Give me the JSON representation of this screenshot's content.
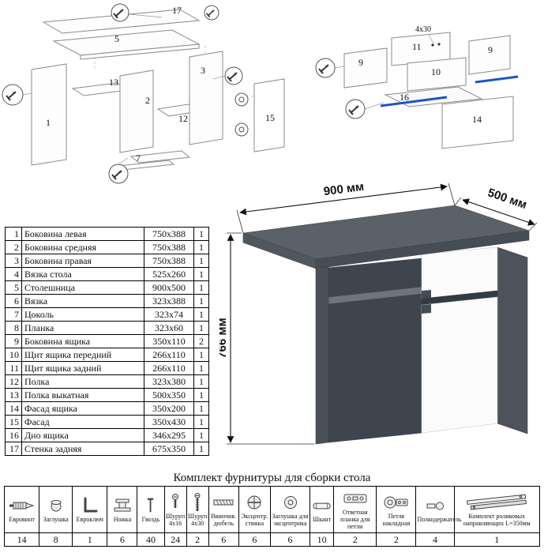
{
  "diagrams": {
    "left_labels": [
      "17",
      "5",
      "3",
      "13",
      "2",
      "12",
      "1",
      "15",
      "7"
    ],
    "right_labels": [
      "11",
      "9",
      "9",
      "10",
      "16",
      "14",
      "4x30"
    ]
  },
  "render": {
    "width": "900 мм",
    "depth": "500 мм",
    "height": "766 мм"
  },
  "parts": {
    "items": [
      {
        "num": "1",
        "name": "Боковина левая",
        "size": "750x388",
        "qty": "1"
      },
      {
        "num": "2",
        "name": "Боковина средняя",
        "size": "750x388",
        "qty": "1"
      },
      {
        "num": "3",
        "name": "Боковина правая",
        "size": "750x388",
        "qty": "1"
      },
      {
        "num": "4",
        "name": "Вязка стола",
        "size": "525x260",
        "qty": "1"
      },
      {
        "num": "5",
        "name": "Столешница",
        "size": "900x500",
        "qty": "1"
      },
      {
        "num": "6",
        "name": "Вязка",
        "size": "323x388",
        "qty": "1"
      },
      {
        "num": "7",
        "name": "Цоколь",
        "size": "323x74",
        "qty": "1"
      },
      {
        "num": "8",
        "name": "Планка",
        "size": "323x60",
        "qty": "1"
      },
      {
        "num": "9",
        "name": "Боковина ящика",
        "size": "350x110",
        "qty": "2"
      },
      {
        "num": "10",
        "name": "Щит ящика передний",
        "size": "266x110",
        "qty": "1"
      },
      {
        "num": "11",
        "name": "Щит ящика задний",
        "size": "266x110",
        "qty": "1"
      },
      {
        "num": "12",
        "name": "Полка",
        "size": "323x380",
        "qty": "1"
      },
      {
        "num": "13",
        "name": "Полка выкатная",
        "size": "500x350",
        "qty": "1"
      },
      {
        "num": "14",
        "name": "Фасад ящика",
        "size": "350x200",
        "qty": "1"
      },
      {
        "num": "15",
        "name": "Фасад",
        "size": "350x430",
        "qty": "1"
      },
      {
        "num": "16",
        "name": "Дно ящика",
        "size": "346x295",
        "qty": "1"
      },
      {
        "num": "17",
        "name": "Стенка задняя",
        "size": "675x350",
        "qty": "1"
      }
    ]
  },
  "hardware": {
    "title": "Комплект фурнитуры для сборки стола",
    "items": [
      {
        "name": "Евровинт",
        "qty": "14",
        "icon": "euro-screw-icon"
      },
      {
        "name": "Заглушка",
        "qty": "8",
        "icon": "plug-icon"
      },
      {
        "name": "Евроключ",
        "qty": "1",
        "icon": "hex-key-icon"
      },
      {
        "name": "Ножка",
        "qty": "6",
        "icon": "leg-icon"
      },
      {
        "name": "Гвоздь",
        "qty": "40",
        "icon": "nail-icon"
      },
      {
        "name": "Шуруп 4x16",
        "qty": "24",
        "icon": "screw-4x16-icon"
      },
      {
        "name": "Шуруп 4x30",
        "qty": "2",
        "icon": "screw-4x30-icon"
      },
      {
        "name": "Ввинчив. дюбель",
        "qty": "6",
        "icon": "dowel-screw-icon"
      },
      {
        "name": "Эксцентр. стяжка",
        "qty": "6",
        "icon": "cam-lock-icon"
      },
      {
        "name": "Заглушка для эксцентрика",
        "qty": "6",
        "icon": "cam-cap-icon"
      },
      {
        "name": "Шкант",
        "qty": "10",
        "icon": "wood-dowel-icon"
      },
      {
        "name": "Ответная планка для петли",
        "qty": "2",
        "icon": "hinge-plate-icon"
      },
      {
        "name": "Петля накладная",
        "qty": "2",
        "icon": "hinge-icon"
      },
      {
        "name": "Полкодержатель",
        "qty": "4",
        "icon": "shelf-pin-icon"
      },
      {
        "name": "Комплект роликовых направляющих L=350мм",
        "qty": "1",
        "icon": "roller-guides-icon"
      }
    ]
  }
}
